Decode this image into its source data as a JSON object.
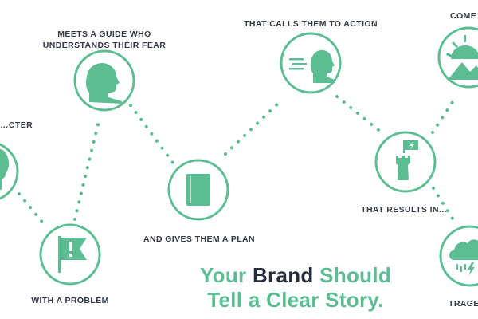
{
  "accent_color": "#5cbd93",
  "ring_color": "#5cbd93",
  "text_color": "#333a44",
  "nodes": {
    "character": {
      "label": "…CTER",
      "icon": "character-silhouette-icon"
    },
    "guide": {
      "label_line1": "MEETS A GUIDE WHO",
      "label_line2": "UNDERSTANDS THEIR FEAR",
      "icon": "guide-profile-icon"
    },
    "problem": {
      "label": "WITH A PROBLEM",
      "icon": "exclamation-flag-icon"
    },
    "plan": {
      "label": "AND GIVES THEM A PLAN",
      "icon": "plan-book-icon"
    },
    "action": {
      "label": "THAT CALLS THEM TO ACTION",
      "icon": "calling-figure-icon"
    },
    "results": {
      "label": "THAT RESULTS IN...",
      "icon": "tower-flag-icon"
    },
    "comedy": {
      "label": "COME",
      "icon": "sunrise-mountain-icon"
    },
    "tragedy": {
      "label": "TRAGE",
      "icon": "storm-cloud-icon"
    }
  },
  "headline": {
    "part1": "Your ",
    "highlight": "Brand",
    "part2": " Should",
    "line2": "Tell a Clear Story."
  }
}
